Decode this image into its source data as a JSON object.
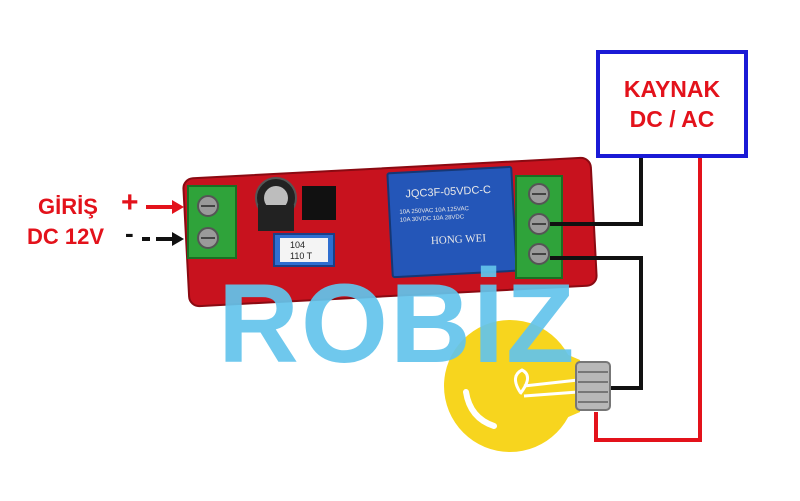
{
  "input": {
    "label_line1": "GİRİŞ",
    "label_line2": "DC 12V",
    "plus_symbol": "+",
    "minus_symbol": "-"
  },
  "source": {
    "line1": "KAYNAK",
    "line2": "DC / AC"
  },
  "watermark": "ROBİZ",
  "relay": {
    "brand": "HONG WEI",
    "model": "JQC3F-05VDC-C",
    "rating1": "10A 250VAC 10A 125VAC",
    "rating2": "10A 30VDC 10A 28VDC"
  },
  "trimmer": {
    "code1": "104",
    "code2": "110 T"
  },
  "colors": {
    "wire_red": "#e3121b",
    "wire_black": "#111111",
    "source_border": "#1a1ad6",
    "board": "#c8121e",
    "terminal": "#2fa33a",
    "relay": "#2456b8",
    "watermark": "#63c4ec",
    "bulb": "#f7d51e"
  },
  "icons": {
    "bulb": "light-bulb-icon",
    "relay_module": "relay-module-icon"
  }
}
